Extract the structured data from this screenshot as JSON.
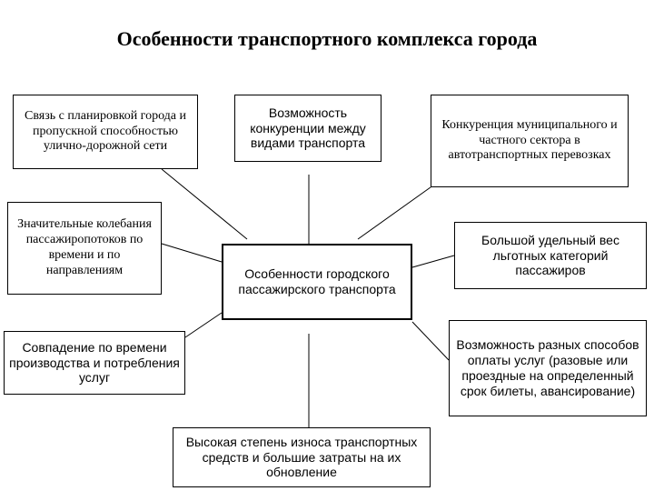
{
  "title": "Особенности транспортного комплекса города",
  "center": "Особенности городского пассажирского транспорта",
  "boxes": {
    "planning": "Связь с планировкой города и пропускной способностью улично-дорожной сети",
    "competition_modes": "Возможность конкуренции между видами транспорта",
    "competition_sectors": "Конкуренция муниципального и частного сектора в автотранспортных перевозках",
    "fluctuations": "Значительные колебания пассажиропотоков по времени и по направлениям",
    "privileged": "Большой удельный вес льготных категорий пассажиров",
    "coincidence": "Совпадение по времени производства и потребления услуг",
    "payment": "Возможность разных способов оплаты услуг (разовые или проездные на определенный срок билеты, авансирование)",
    "wear": "Высокая степень износа транспортных средств и большие затраты на их обновление"
  }
}
